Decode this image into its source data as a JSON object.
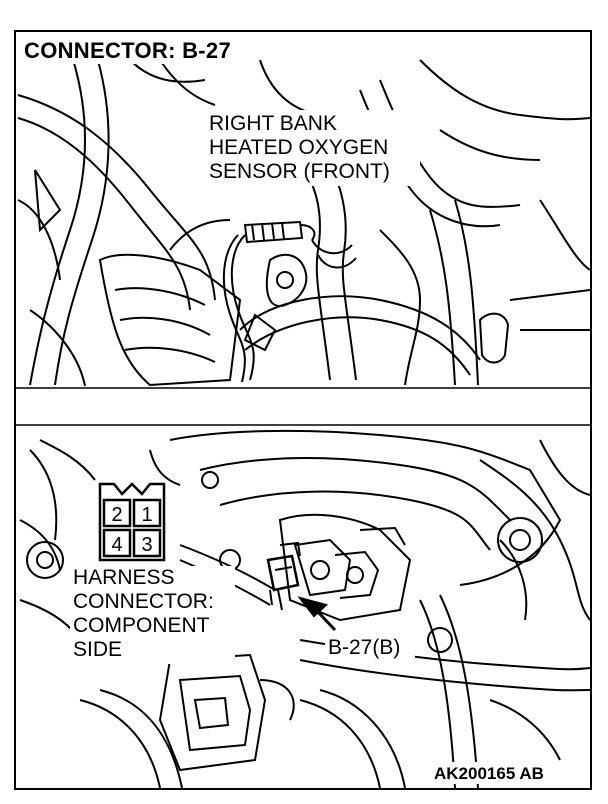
{
  "title": "CONNECTOR: B-27",
  "top_panel": {
    "label_lines": [
      "RIGHT BANK",
      "HEATED OXYGEN",
      "SENSOR (FRONT)"
    ]
  },
  "bottom_panel": {
    "connector_pins": [
      "2",
      "1",
      "4",
      "3"
    ],
    "harness_label_lines": [
      "HARNESS",
      "CONNECTOR:",
      "COMPONENT",
      "SIDE"
    ],
    "connector_callout": "B-27(B)"
  },
  "figure_code": "AK200165 AB"
}
